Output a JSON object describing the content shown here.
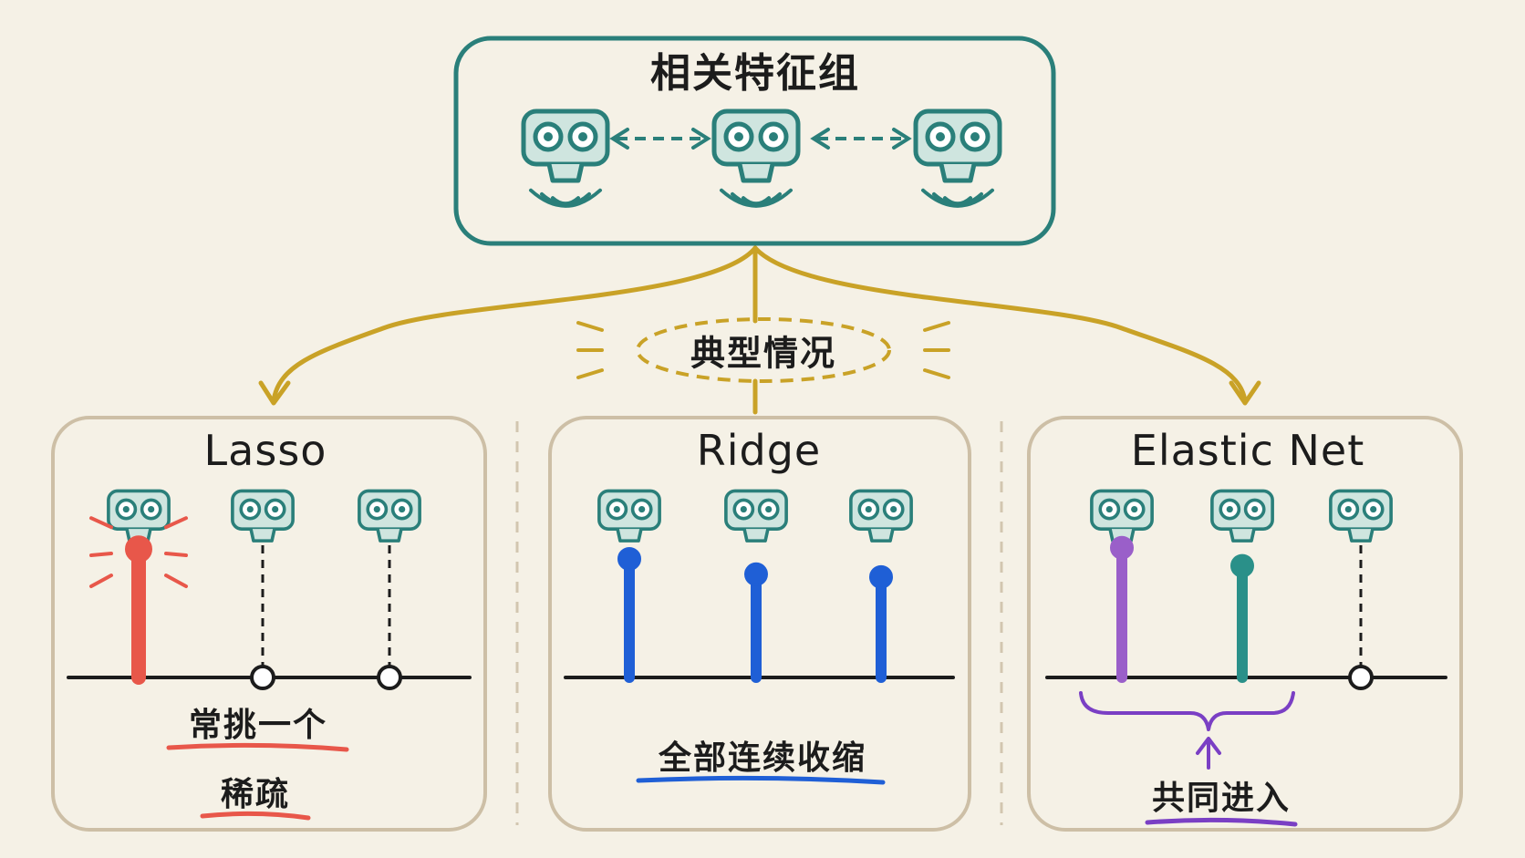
{
  "top_group": {
    "title": "相关特征组",
    "feature_count": 3,
    "links": [
      "bidirectional-dashed",
      "bidirectional-dashed"
    ]
  },
  "connector": {
    "label": "典型情况"
  },
  "panels": [
    {
      "id": "lasso",
      "title": "Lasso",
      "accent": "#e8574a",
      "features": [
        {
          "state": "selected",
          "color": "#e8574a",
          "level": 0.92,
          "highlight": true
        },
        {
          "state": "zero",
          "color": "#1c1c1c",
          "level": 0.78
        },
        {
          "state": "zero",
          "color": "#1c1c1c",
          "level": 0.78
        }
      ],
      "captions": [
        {
          "text": "常挑一个",
          "underline": "#e8574a"
        },
        {
          "text": "稀疏",
          "underline": "#e8574a"
        }
      ]
    },
    {
      "id": "ridge",
      "title": "Ridge",
      "accent": "#1f5fd6",
      "features": [
        {
          "state": "shrunk",
          "color": "#1f5fd6",
          "level": 0.85
        },
        {
          "state": "shrunk",
          "color": "#1f5fd6",
          "level": 0.74
        },
        {
          "state": "shrunk",
          "color": "#1f5fd6",
          "level": 0.72
        }
      ],
      "captions": [
        {
          "text": "全部连续收缩",
          "underline": "#1f5fd6"
        }
      ]
    },
    {
      "id": "elastic-net",
      "title": "Elastic Net",
      "accent": "#7a3fc4",
      "features": [
        {
          "state": "selected",
          "color": "#9a5fc9",
          "level": 0.93
        },
        {
          "state": "selected",
          "color": "#2a9089",
          "level": 0.8
        },
        {
          "state": "zero",
          "color": "#1c1c1c",
          "level": 0.78
        }
      ],
      "captions": [
        {
          "text": "共同进入",
          "underline": "#7a3fc4"
        }
      ],
      "group_brace": {
        "color": "#7a3fc4",
        "covers": [
          0,
          1
        ]
      }
    }
  ],
  "colors": {
    "background": "#f5f1e6",
    "teal": "#2a7f7a",
    "teal_fill": "#cfe5df",
    "gold": "#c9a227",
    "panel_border": "#cdbfa6",
    "ink": "#1c1c1c"
  },
  "icons": [
    "feature-camera-icon",
    "signal-wave-icon",
    "double-arrow-icon",
    "down-arrow-icon",
    "brace-icon",
    "up-arrow-icon"
  ]
}
